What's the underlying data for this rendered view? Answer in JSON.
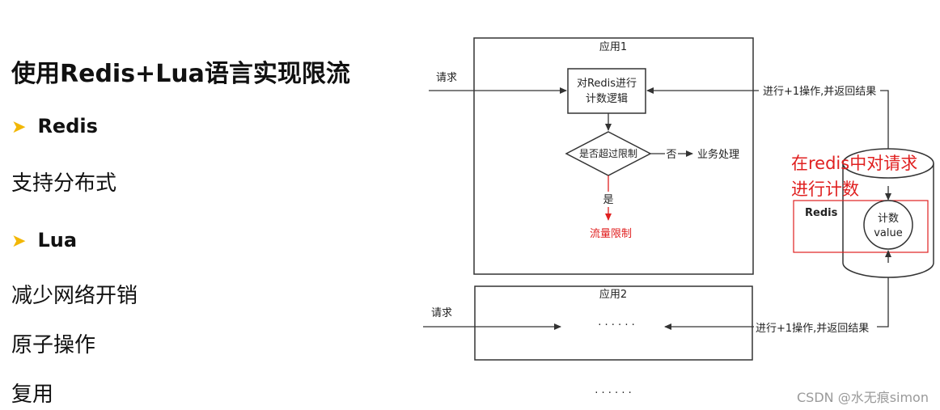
{
  "left_panel": {
    "title": "使用Redis+Lua语言实现限流",
    "bullets": [
      {
        "label": "Redis",
        "desc": "支持分布式"
      },
      {
        "label": "Lua",
        "descs": [
          "减少网络开销",
          "原子操作",
          "复用"
        ]
      }
    ]
  },
  "diagram": {
    "app1": {
      "label": "应用1",
      "request_label": "请求",
      "count_box_lines": [
        "对Redis进行",
        "计数逻辑"
      ],
      "decision": "是否超过限制",
      "no_label": "否",
      "business": "业务处理",
      "yes_label": "是",
      "limited": "流量限制",
      "redis_op": "进行+1操作,并返回结果"
    },
    "app2": {
      "label": "应用2",
      "request_label": "请求",
      "ellipsis": "· · · · · ·",
      "redis_op": "进行+1操作,并返回结果"
    },
    "bottom_ellipsis": "· · · · · ·",
    "redis": {
      "annotation_lines": [
        "在redis中对请求",
        "进行计数"
      ],
      "label": "Redis",
      "counter_lines": [
        "计数",
        "value"
      ]
    },
    "colors": {
      "accent_red": "#e02020",
      "bullet_arrow": "#f2b705"
    }
  },
  "watermark": "CSDN @水无痕simon"
}
